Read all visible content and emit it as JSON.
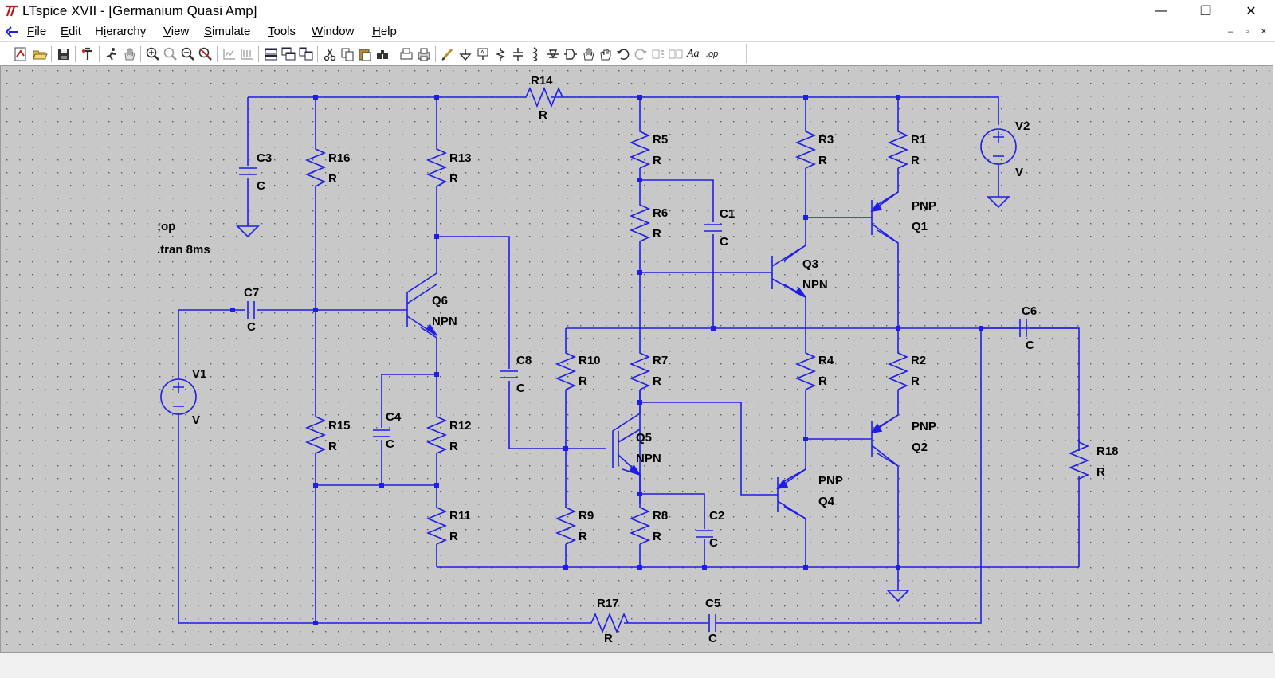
{
  "window": {
    "title": "LTspice XVII - [Germanium Quasi Amp]",
    "controls": {
      "minimize": "—",
      "restore": "❐",
      "close": "✕"
    }
  },
  "menu": {
    "items": [
      {
        "label": "File",
        "accel": "F"
      },
      {
        "label": "Edit",
        "accel": "E"
      },
      {
        "label": "Hierarchy",
        "accel": "i"
      },
      {
        "label": "View",
        "accel": "V"
      },
      {
        "label": "Simulate",
        "accel": "S"
      },
      {
        "label": "Tools",
        "accel": "T"
      },
      {
        "label": "Window",
        "accel": "W"
      },
      {
        "label": "Help",
        "accel": "H"
      }
    ],
    "mdi_controls": {
      "minimize": "–",
      "restore": "▫",
      "close": "✕"
    }
  },
  "toolbar": {
    "text_button": "Aa",
    "op_button": ".op",
    "icons": [
      "new-schematic-icon",
      "open-icon",
      "save-icon",
      "control-panel-icon",
      "run-icon",
      "halt-icon",
      "zoom-in-icon",
      "pan-icon",
      "zoom-out-icon",
      "zoom-fit-icon",
      "autorange-icon",
      "tile-horizontal-icon",
      "cascade-icon",
      "tile-vertical-icon",
      "cut-icon",
      "copy-icon",
      "paste-icon",
      "find-icon",
      "print-setup-icon",
      "print-icon",
      "draw-wire-icon",
      "ground-icon",
      "label-net-icon",
      "resistor-icon",
      "capacitor-icon",
      "inductor-icon",
      "diode-icon",
      "component-icon",
      "move-icon",
      "drag-icon",
      "undo-icon",
      "redo-icon",
      "rotate-icon",
      "mirror-icon",
      "text-icon",
      "spice-directive-icon"
    ]
  },
  "schematic": {
    "directives": [
      ";op",
      ".tran 8ms"
    ],
    "components": {
      "R14": {
        "name": "R14",
        "value": "R"
      },
      "R16": {
        "name": "R16",
        "value": "R"
      },
      "R13": {
        "name": "R13",
        "value": "R"
      },
      "R5": {
        "name": "R5",
        "value": "R"
      },
      "R3": {
        "name": "R3",
        "value": "R"
      },
      "R1": {
        "name": "R1",
        "value": "R"
      },
      "R6": {
        "name": "R6",
        "value": "R"
      },
      "R15": {
        "name": "R15",
        "value": "R"
      },
      "R12": {
        "name": "R12",
        "value": "R"
      },
      "R11": {
        "name": "R11",
        "value": "R"
      },
      "R10": {
        "name": "R10",
        "value": "R"
      },
      "R9": {
        "name": "R9",
        "value": "R"
      },
      "R7": {
        "name": "R7",
        "value": "R"
      },
      "R8": {
        "name": "R8",
        "value": "R"
      },
      "R4": {
        "name": "R4",
        "value": "R"
      },
      "R2": {
        "name": "R2",
        "value": "R"
      },
      "R18": {
        "name": "R18",
        "value": "R"
      },
      "R17": {
        "name": "R17",
        "value": "R"
      },
      "C3": {
        "name": "C3",
        "value": "C"
      },
      "C7": {
        "name": "C7",
        "value": "C"
      },
      "C1": {
        "name": "C1",
        "value": "C"
      },
      "C8": {
        "name": "C8",
        "value": "C"
      },
      "C4": {
        "name": "C4",
        "value": "C"
      },
      "C2": {
        "name": "C2",
        "value": "C"
      },
      "C6": {
        "name": "C6",
        "value": "C"
      },
      "C5": {
        "name": "C5",
        "value": "C"
      },
      "Q1": {
        "name": "Q1",
        "value": "PNP"
      },
      "Q2": {
        "name": "Q2",
        "value": "PNP"
      },
      "Q3": {
        "name": "Q3",
        "value": "NPN"
      },
      "Q4": {
        "name": "Q4",
        "value": "PNP"
      },
      "Q5": {
        "name": "Q5",
        "value": "NPN"
      },
      "Q6": {
        "name": "Q6",
        "value": "NPN"
      },
      "V1": {
        "name": "V1",
        "value": "V"
      },
      "V2": {
        "name": "V2",
        "value": "V"
      }
    }
  },
  "colors": {
    "wire": "#1e1ee6",
    "canvas": "#c8c8c8",
    "grid_dot": "#5a5a5a",
    "logo_red": "#b01e1e"
  }
}
